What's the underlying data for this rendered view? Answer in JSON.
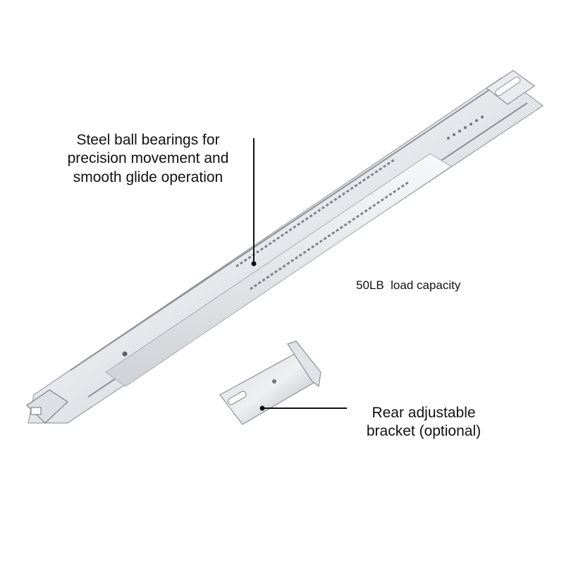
{
  "annotations": {
    "bearings": [
      "Steel ball bearings for",
      "precision movement and",
      "smooth glide operation"
    ],
    "capacity": "50LB  load capacity",
    "bracket": [
      "Rear adjustable",
      "bracket (optional)"
    ]
  },
  "colors": {
    "steel_light": "#f2f3f5",
    "steel_mid": "#c9ccd1",
    "steel_dark": "#8d9198",
    "leader_line": "#111111",
    "text": "#111111"
  }
}
